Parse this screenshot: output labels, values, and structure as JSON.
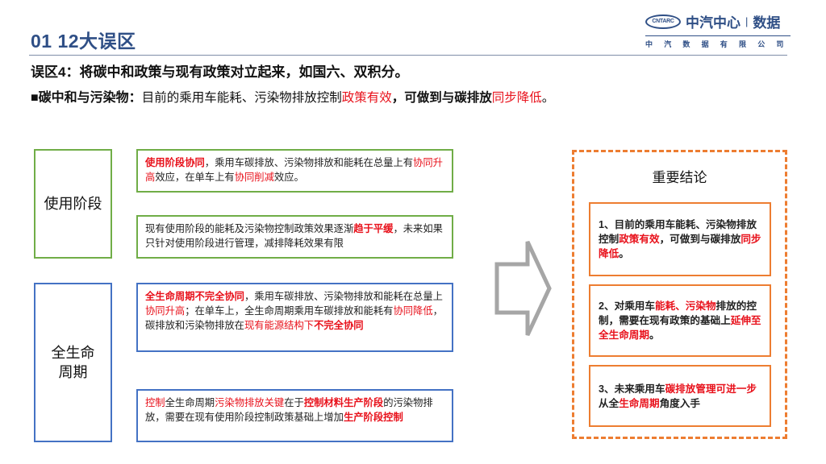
{
  "header": {
    "title": "01 12大误区",
    "logo": {
      "badge": "CNTARC",
      "name": "中汽中心",
      "separator": "|",
      "name_suffix": "数据",
      "subtitle": "中汽数据有限公司"
    }
  },
  "subtitle": "误区4：将碳中和政策与现有政策对立起来，如国六、双积分。",
  "bullet": {
    "marker": "■",
    "lead": "碳中和与污染物：",
    "text_1": "目前的乘用车能耗、污染物排放控制",
    "red_1": "政策有效",
    "text_2": "，可做到与碳排放",
    "red_2": "同步降低",
    "text_3": "。"
  },
  "left": {
    "use_stage": {
      "label": "使用阶段",
      "box1": {
        "red_bold_1": "使用阶段协同",
        "t1": "，乘用车碳排放、污染物排放和能耗在总量上有",
        "red_1": "协同升高",
        "t2": "效应，在单车上有",
        "red_2": "协同削减",
        "t3": "效应。"
      },
      "box2": {
        "t1": "现有使用阶段的能耗及污染物控制政策效果逐渐",
        "red_bold_1": "趋于平缓",
        "t2": "，未来如果只针对使用阶段进行管理，减排降耗效果有限"
      }
    },
    "lifecycle": {
      "label_line1": "全生命",
      "label_line2": "周期",
      "box1": {
        "red_bold_1": "全生命周期不完全协同",
        "t1": "，乘用车碳排放、污染物排放和能耗在总量上",
        "red_1": "协同升高",
        "t2": "；在单车上，全生命周期乘用车碳排放和能耗有",
        "red_2": "协同降低",
        "t3": "，碳排放和污染物排放在",
        "red_3": "现有能源结构下",
        "red_bold_2": "不完全协同"
      },
      "box2": {
        "red_1": "控制",
        "t1": "全生命周期",
        "red_2": "污染物排放关键",
        "t2": "在于",
        "red_bold_1": "控制材料生产阶段",
        "t3": "的污染物排放，需要在现有使用阶段控制政策基础上增加",
        "red_bold_2": "生产阶段控制"
      }
    }
  },
  "arrow": {
    "icon": "right-arrow-outline-icon",
    "color": "#a6a6a6"
  },
  "conclusions": {
    "title": "重要结论",
    "item1": {
      "t1": "1、目前的乘用车能耗、污染物排放控制",
      "red_1": "政策有效",
      "t2": "，可做到与碳排放",
      "red_2": "同步降低",
      "t3": "。"
    },
    "item2": {
      "t1": "2、对乘用车",
      "red_1": "能耗、污染物",
      "t2": "排放的控制，需要在现有政策的基础上",
      "red_2": "延伸至全生命周期",
      "t3": "。"
    },
    "item3": {
      "t1": "3、未来乘用车",
      "red_1": "碳排放管理可进一步",
      "t2": "从全",
      "red_2": "生命周期",
      "t3": "角度入手"
    }
  },
  "colors": {
    "title_blue": "#2f4f86",
    "accent_red": "#e8111b",
    "green_border": "#70ad47",
    "blue_border": "#4472c4",
    "orange_border": "#ed7d31",
    "arrow_gray": "#a6a6a6"
  }
}
